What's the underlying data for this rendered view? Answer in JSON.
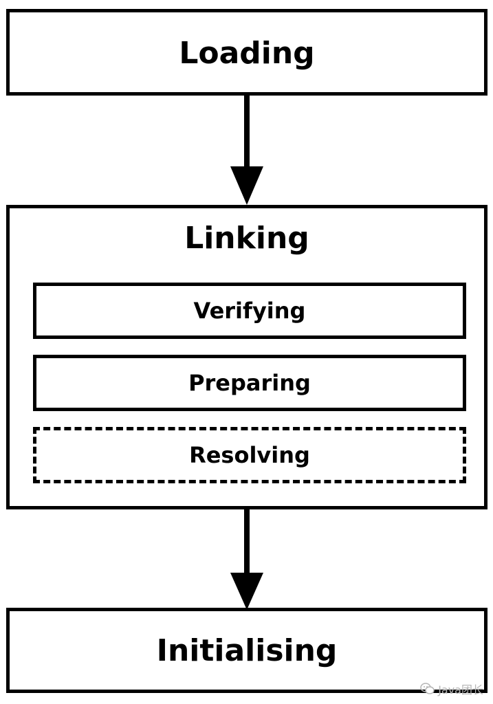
{
  "nodes": {
    "loading": "Loading",
    "linking": "Linking",
    "linking_steps": [
      "Verifying",
      "Preparing",
      "Resolving"
    ],
    "initialising": "Initialising"
  },
  "watermark": {
    "text": "Java团长",
    "icon": "wechat-icon"
  },
  "colors": {
    "stroke": "#000000",
    "background": "#ffffff",
    "watermark": "#b5b5b5"
  }
}
